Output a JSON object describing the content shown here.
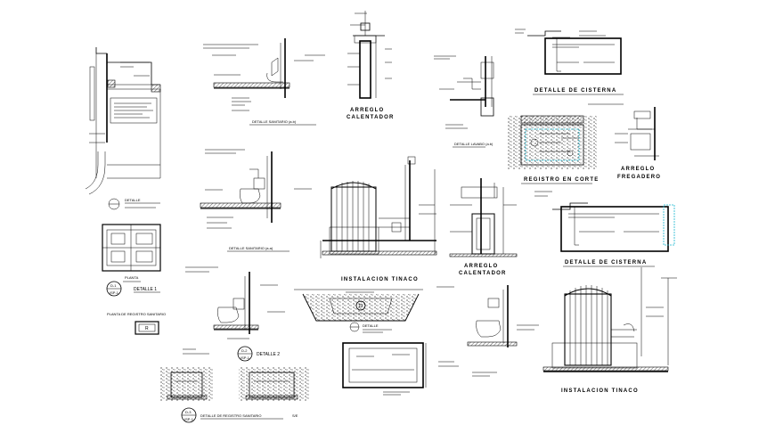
{
  "labels": {
    "arreglo_calentador_1": [
      "ARREGLO",
      "CALENTADOR"
    ],
    "detalle_cisterna_top": "DETALLE DE CISTERNA",
    "arreglo_fregadero": [
      "ARREGLO",
      "FREGADERO"
    ],
    "registro_en_corte": "REGISTRO EN CORTE",
    "detalle_cisterna_mid": "DETALLE DE CISTERNA",
    "instalacion_tinaco_1": "INSTALACION TINACO",
    "arreglo_calentador_2": [
      "ARREGLO",
      "CALENTADOR"
    ],
    "instalacion_tinaco_2": "INSTALACION TINACO",
    "detalle_1": "DETALLE 1",
    "detalle_2": "DETALLE 2",
    "detalle_3": "DETALLE",
    "planta": "PLANTA",
    "planta_registro": "PLANTA DE REGISTRO SANITARIO",
    "registro_letter": "R",
    "detalle_registro": "DETALLE DE REGISTRO SANITARIO",
    "sin_escala": "S/E",
    "bubble_d1_num": "D-1",
    "bubble_d1_sheet": "ISP-1",
    "bubble_d2_num": "D-2",
    "bubble_d2_sheet": "ISP-1",
    "bubble_d3_num": "D-3",
    "bubble_d3_sheet": "ISP-1"
  }
}
